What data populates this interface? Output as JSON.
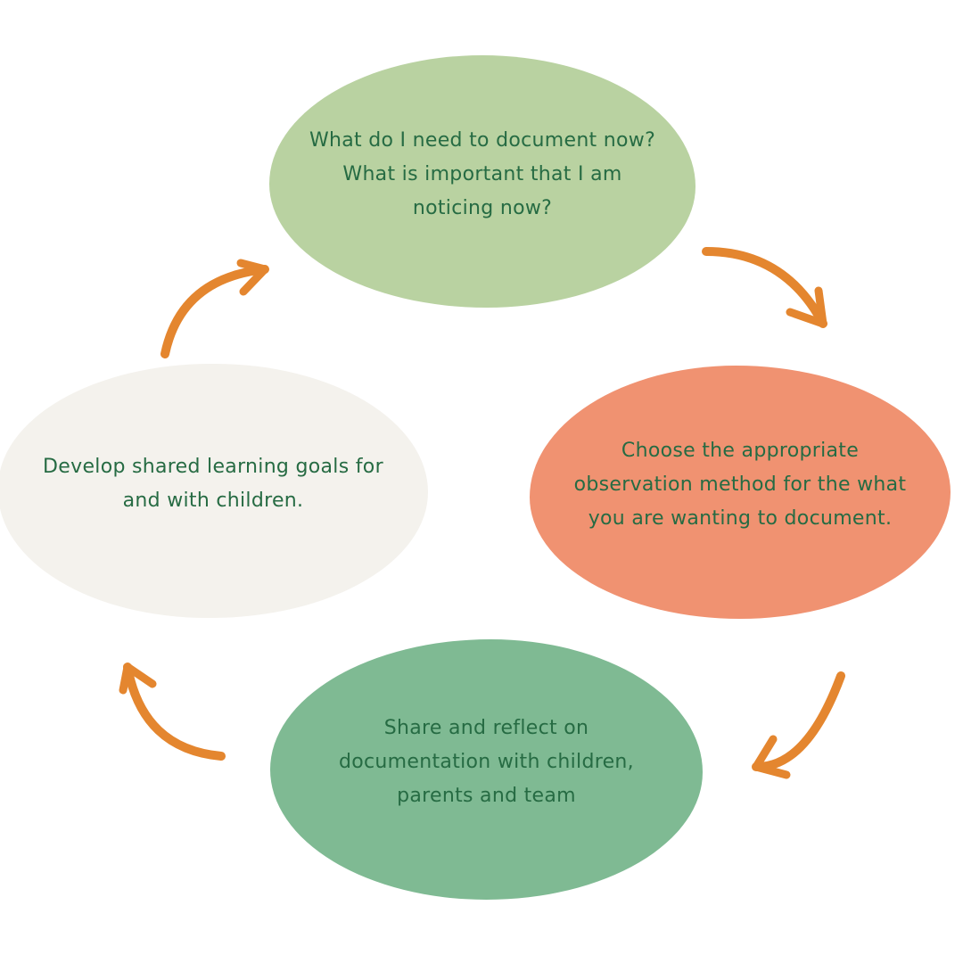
{
  "diagram": {
    "type": "cycle",
    "background": "#ffffff",
    "text_color": "#266b43",
    "arrow_color": "#e4862f",
    "nodes": {
      "top": {
        "fill": "#b9d2a1",
        "lines": [
          "What do I need to document now?",
          "What is important that I am",
          "noticing now?"
        ]
      },
      "right": {
        "fill": "#f09271",
        "lines": [
          "Choose the appropriate",
          "observation method for the what",
          "you are wanting to document."
        ]
      },
      "bottom": {
        "fill": "#7fba93",
        "lines": [
          "Share and reflect on",
          "documentation with children,",
          "parents and team"
        ]
      },
      "left": {
        "fill": "#f4f2ed",
        "lines": [
          "Develop shared learning goals for",
          "and with children."
        ]
      }
    },
    "arrows": [
      {
        "name": "top-to-right",
        "direction": "clockwise"
      },
      {
        "name": "right-to-bottom",
        "direction": "clockwise"
      },
      {
        "name": "bottom-to-left",
        "direction": "clockwise"
      },
      {
        "name": "left-to-top",
        "direction": "clockwise"
      }
    ]
  }
}
